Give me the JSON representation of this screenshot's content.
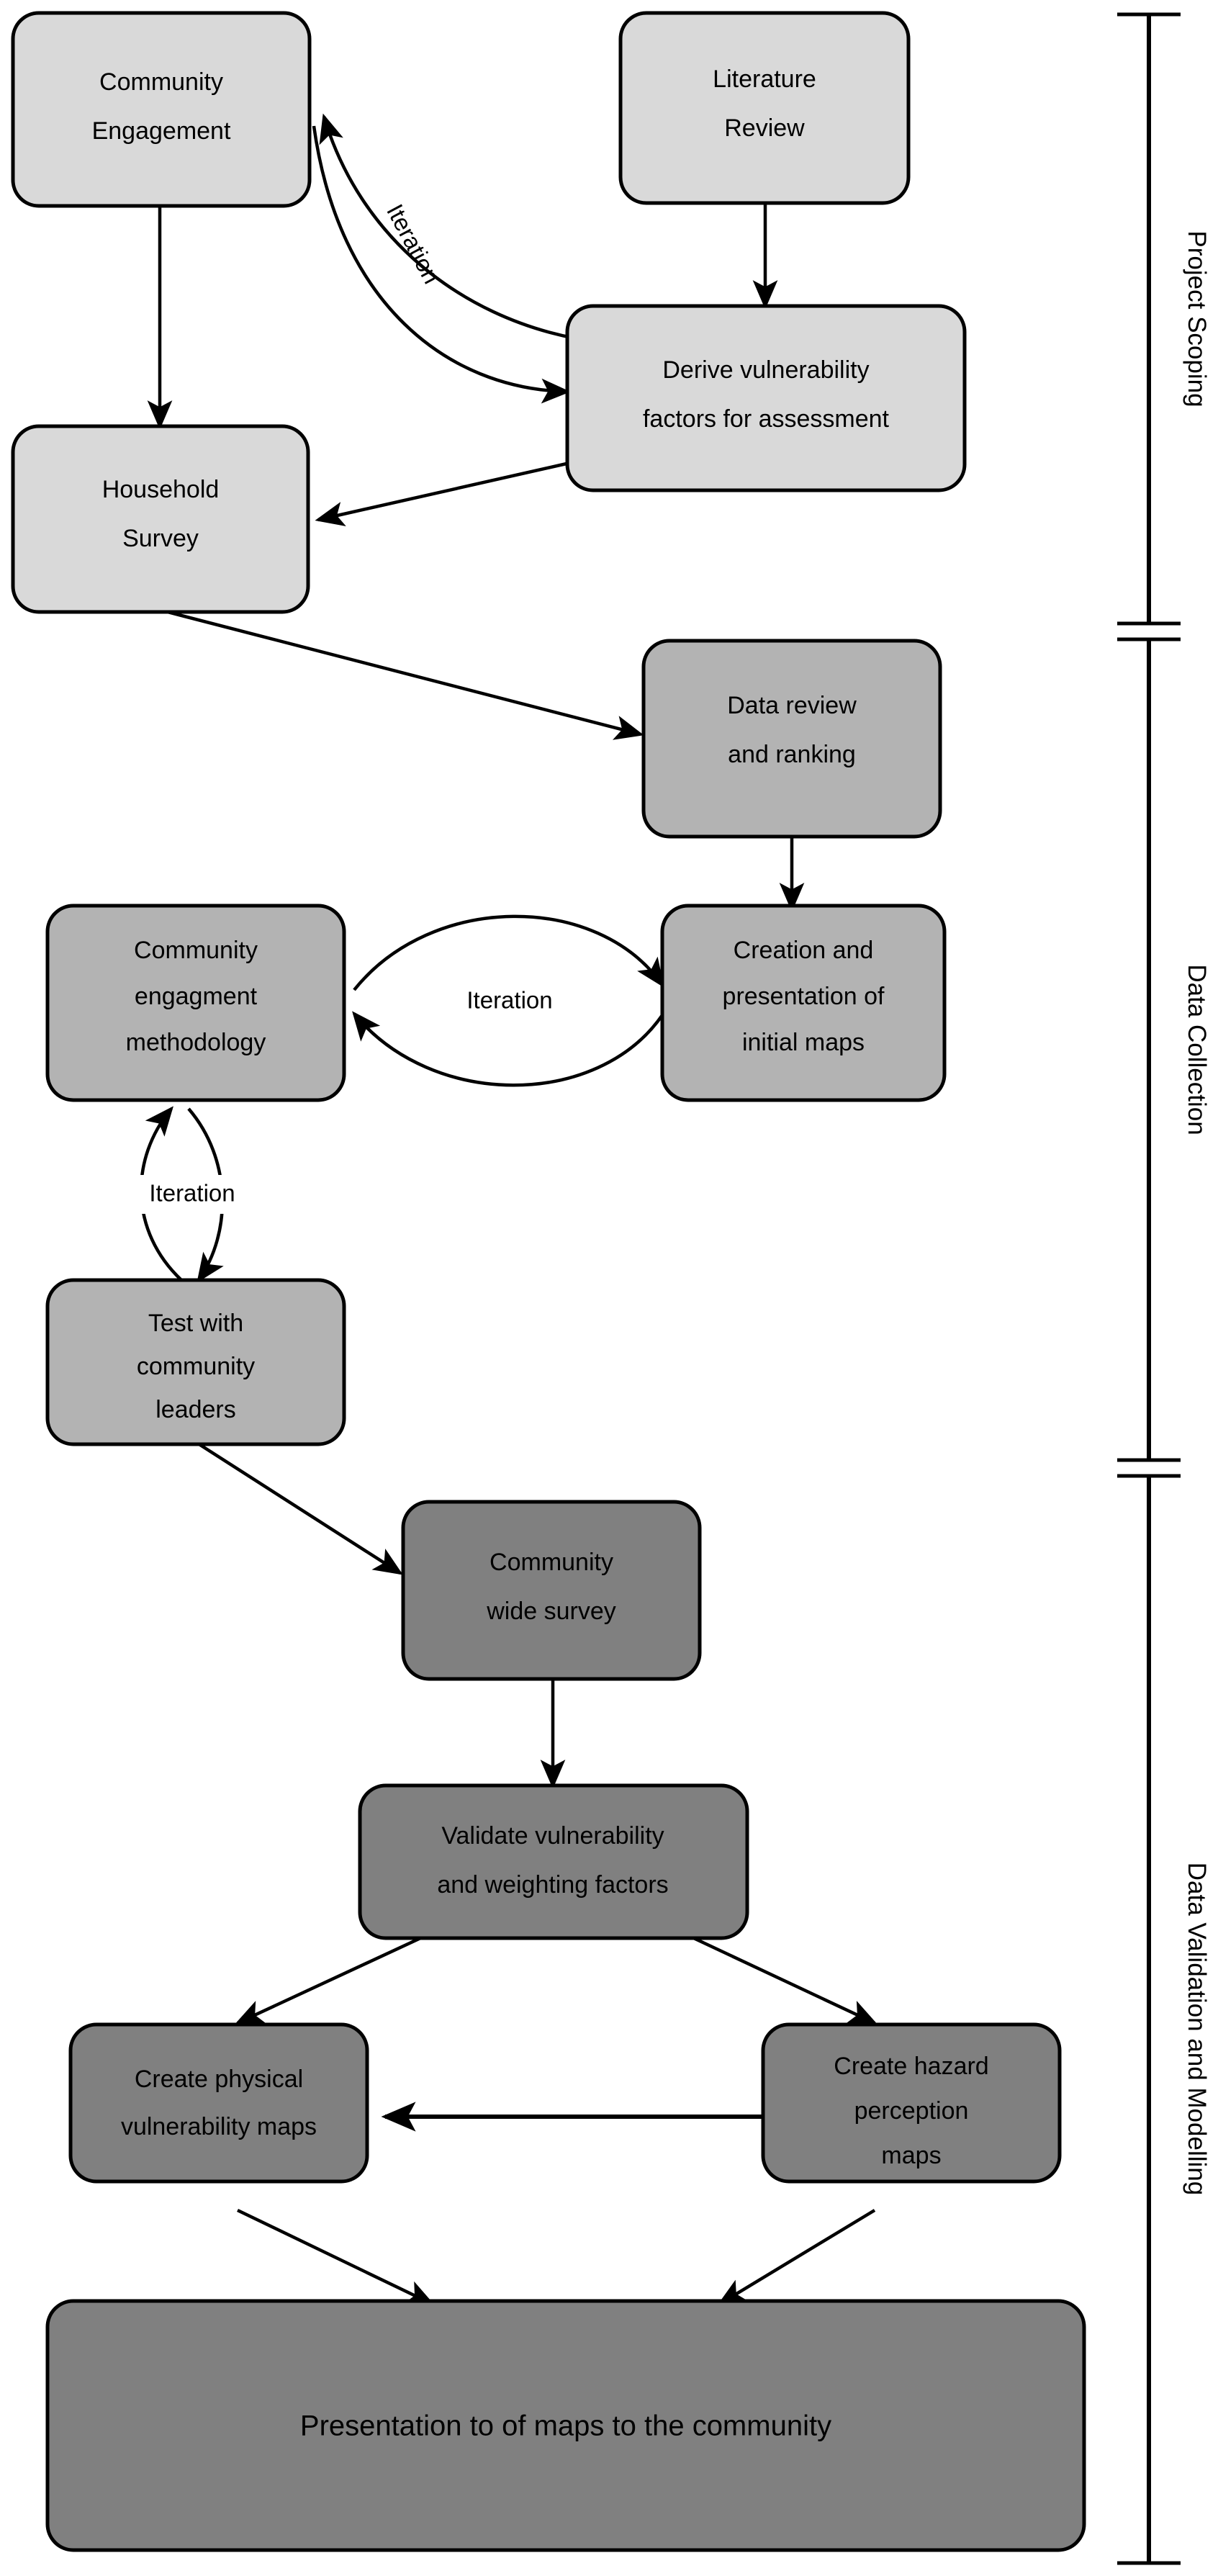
{
  "diagram": {
    "title": "Community vulnerability mapping methodology flowchart",
    "type": "flowchart",
    "palette": {
      "tier_scoping_fill": "#D9D9D9",
      "tier_collection_fill": "#B3B3B3",
      "tier_validation_fill": "#808080",
      "stroke": "#000000",
      "background": "#FFFFFF"
    },
    "phases": [
      {
        "id": "phase-project-scoping",
        "label": "Project Scoping"
      },
      {
        "id": "phase-data-collection",
        "label": "Data Collection"
      },
      {
        "id": "phase-data-validation",
        "label": "Data Validation and Modelling"
      }
    ],
    "nodes": [
      {
        "id": "community-engagement",
        "label_lines": [
          "Community",
          "Engagement"
        ],
        "tier": "Project Scoping"
      },
      {
        "id": "literature-review",
        "label_lines": [
          "Literature",
          "Review"
        ],
        "tier": "Project Scoping"
      },
      {
        "id": "derive-vulnerability-factors",
        "label_lines": [
          "Derive vulnerability",
          "factors for assessment"
        ],
        "tier": "Project Scoping"
      },
      {
        "id": "household-survey",
        "label_lines": [
          "Household",
          "Survey"
        ],
        "tier": "Project Scoping"
      },
      {
        "id": "data-review-ranking",
        "label_lines": [
          "Data review",
          "and ranking"
        ],
        "tier": "Data Collection"
      },
      {
        "id": "community-engagment-methodology",
        "label_lines": [
          "Community",
          "engagment",
          "methodology"
        ],
        "tier": "Data Collection"
      },
      {
        "id": "creation-presentation-initial-maps",
        "label_lines": [
          "Creation and",
          "presentation of",
          "initial maps"
        ],
        "tier": "Data Collection"
      },
      {
        "id": "test-with-community-leaders",
        "label_lines": [
          "Test with",
          "community",
          "leaders"
        ],
        "tier": "Data Collection"
      },
      {
        "id": "community-wide-survey",
        "label_lines": [
          "Community",
          "wide survey"
        ],
        "tier": "Data Validation and Modelling"
      },
      {
        "id": "validate-vulnerability-weighting",
        "label_lines": [
          "Validate vulnerability",
          "and weighting factors"
        ],
        "tier": "Data Validation and Modelling"
      },
      {
        "id": "create-physical-vulnerability-maps",
        "label_lines": [
          "Create physical",
          "vulnerability maps"
        ],
        "tier": "Data Validation and Modelling"
      },
      {
        "id": "create-hazard-perception-maps",
        "label_lines": [
          "Create hazard",
          "perception",
          "maps"
        ],
        "tier": "Data Validation and Modelling"
      },
      {
        "id": "presentation-of-maps",
        "label_lines": [
          "Presentation to of maps to the community"
        ],
        "tier": "Data Validation and Modelling"
      }
    ],
    "edge_labels": {
      "iteration_scoping": "Iteration",
      "iteration_methodology_maps": "Iteration",
      "iteration_methodology_leaders": "Iteration"
    },
    "edges": [
      {
        "from": "community-engagement",
        "to": "household-survey"
      },
      {
        "from": "community-engagement",
        "to": "derive-vulnerability-factors",
        "label": "Iteration"
      },
      {
        "from": "derive-vulnerability-factors",
        "to": "community-engagement",
        "label": "Iteration"
      },
      {
        "from": "literature-review",
        "to": "derive-vulnerability-factors"
      },
      {
        "from": "derive-vulnerability-factors",
        "to": "household-survey"
      },
      {
        "from": "household-survey",
        "to": "data-review-ranking"
      },
      {
        "from": "data-review-ranking",
        "to": "creation-presentation-initial-maps"
      },
      {
        "from": "community-engagment-methodology",
        "to": "creation-presentation-initial-maps",
        "label": "Iteration"
      },
      {
        "from": "creation-presentation-initial-maps",
        "to": "community-engagment-methodology",
        "label": "Iteration"
      },
      {
        "from": "community-engagment-methodology",
        "to": "test-with-community-leaders",
        "label": "Iteration"
      },
      {
        "from": "test-with-community-leaders",
        "to": "community-engagment-methodology",
        "label": "Iteration"
      },
      {
        "from": "test-with-community-leaders",
        "to": "community-wide-survey"
      },
      {
        "from": "community-wide-survey",
        "to": "validate-vulnerability-weighting"
      },
      {
        "from": "validate-vulnerability-weighting",
        "to": "create-physical-vulnerability-maps"
      },
      {
        "from": "validate-vulnerability-weighting",
        "to": "create-hazard-perception-maps"
      },
      {
        "from": "create-hazard-perception-maps",
        "to": "create-physical-vulnerability-maps"
      },
      {
        "from": "create-physical-vulnerability-maps",
        "to": "presentation-of-maps"
      },
      {
        "from": "create-hazard-perception-maps",
        "to": "presentation-of-maps"
      }
    ]
  }
}
